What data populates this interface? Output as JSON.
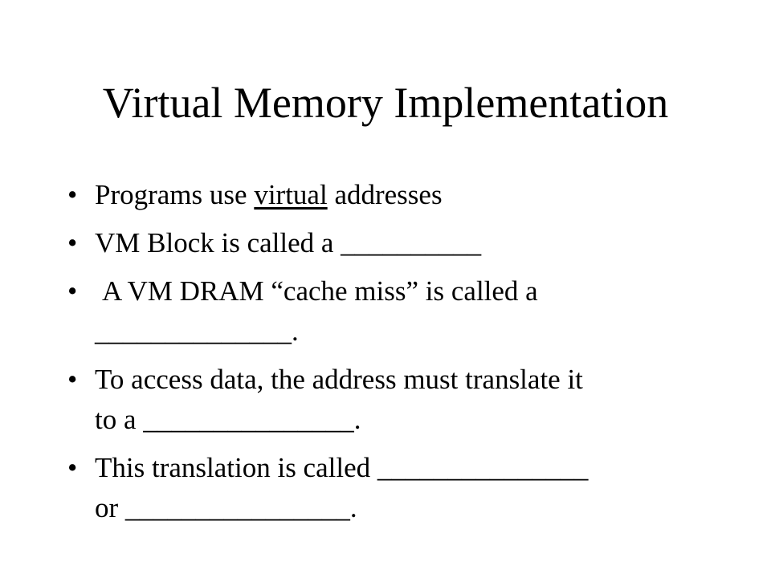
{
  "slide": {
    "title": "Virtual Memory Implementation",
    "bullet_glyph": "•",
    "bullets": [
      {
        "pre": "Programs use ",
        "underlined": "virtual",
        "post": " addresses"
      },
      {
        "text": "VM Block is called a __________"
      },
      {
        "line1": "A VM DRAM “cache miss” is called a",
        "line2": "______________."
      },
      {
        "line1": "To access data, the address must translate it",
        "line2": "to a _______________."
      },
      {
        "line1": "This translation is called _______________",
        "line2": "or ________________."
      }
    ]
  }
}
